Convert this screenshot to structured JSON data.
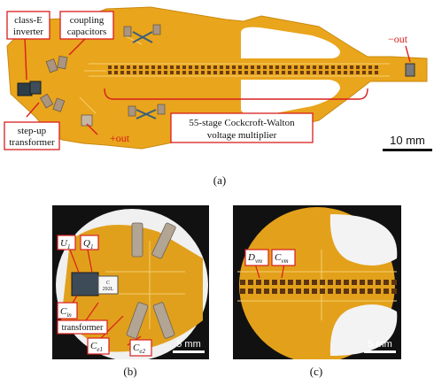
{
  "panel_a": {
    "labels": {
      "inverter": [
        "class-E",
        "inverter"
      ],
      "coupling": [
        "coupling",
        "capacitors"
      ],
      "transformer": [
        "step-up",
        "transformer"
      ],
      "plus_out": "+out",
      "minus_out": "−out",
      "multiplier": [
        "55-stage Cockcroft-Walton",
        "voltage multiplier"
      ],
      "scale": "10 mm"
    },
    "caption": "(a)",
    "colors": {
      "label_red": "#d81e1e",
      "pcb_orange": "#e9a51c",
      "trace_copper": "#c98a10"
    }
  },
  "panel_b": {
    "labels": {
      "u1": "U",
      "u1_sub": "1",
      "q1": "Q",
      "q1_sub": "1",
      "cin": "C",
      "cin_sub": "in",
      "transformer": "transformer",
      "ce1": "C",
      "ce1_sub": "e1",
      "ce2": "C",
      "ce2_sub": "e2",
      "scale": "5 mm",
      "chip_text": [
        "C",
        "292L"
      ]
    },
    "caption": "(b)"
  },
  "panel_c": {
    "labels": {
      "dvm": "D",
      "dvm_sub": "vm",
      "cvm": "C",
      "cvm_sub": "vm",
      "scale": "5 mm"
    },
    "caption": "(c)"
  }
}
